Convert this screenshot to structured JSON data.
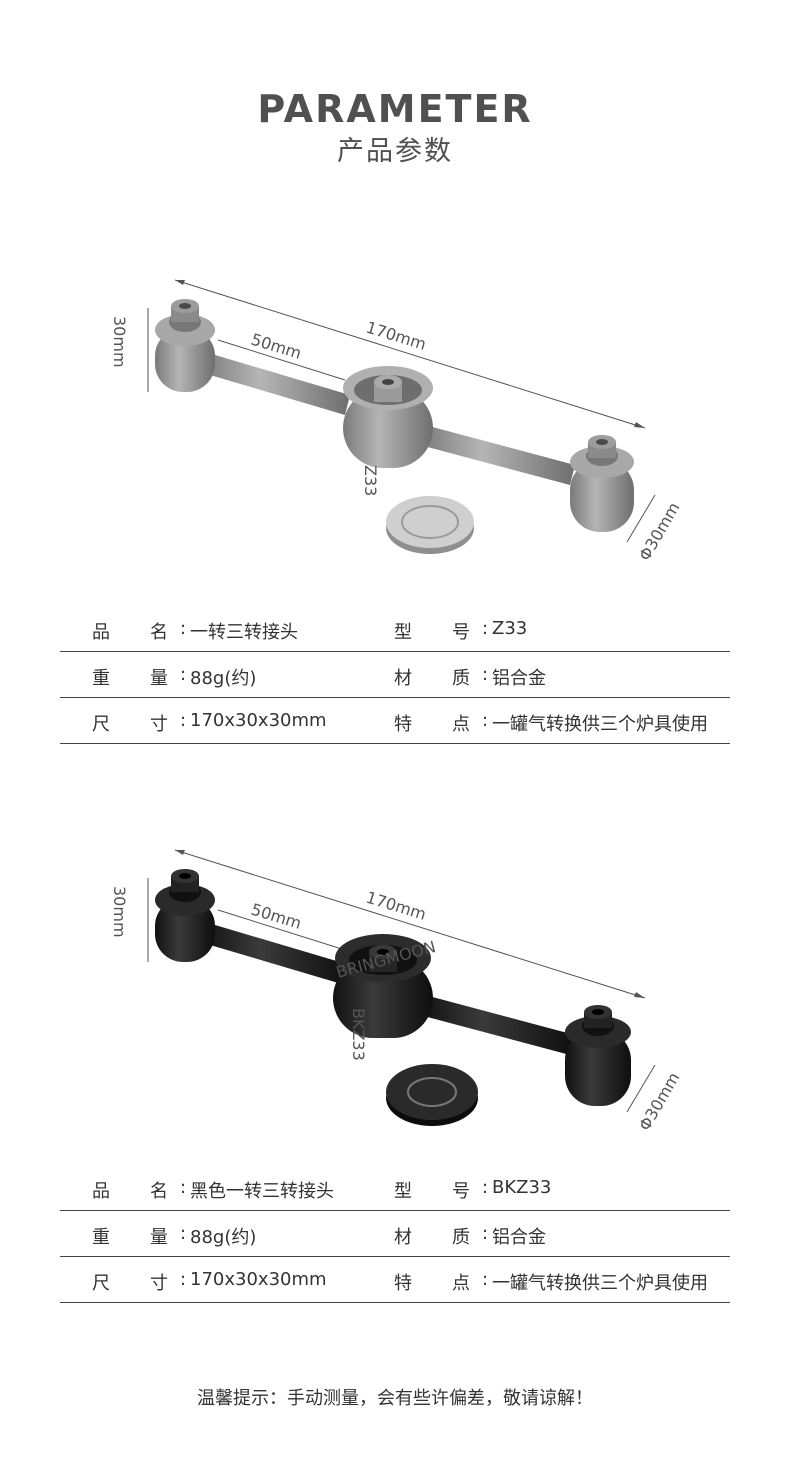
{
  "header": {
    "title": "PARAMETER",
    "subtitle": "产品参数"
  },
  "colors": {
    "silver": "#9a9a9a",
    "black": "#1e1e1e",
    "line": "#444444"
  },
  "products": [
    {
      "dims": {
        "length": "170mm",
        "arm": "50mm",
        "height": "30mm",
        "diameter": "Φ30mm"
      },
      "engraving": "Z33",
      "specs": [
        {
          "k1": "品名",
          "v1": "一转三转接头",
          "k2": "型号",
          "v2": "Z33"
        },
        {
          "k1": "重量",
          "v1": "88g(约)",
          "k2": "材质",
          "v2": "铝合金"
        },
        {
          "k1": "尺寸",
          "v1": "170x30x30mm",
          "k2": "特点",
          "v2": "一罐气转换供三个炉具使用"
        }
      ]
    },
    {
      "dims": {
        "length": "170mm",
        "arm": "50mm",
        "height": "30mm",
        "diameter": "Φ30mm"
      },
      "engraving": "BKZ33",
      "brand": "BRINGMOON",
      "specs": [
        {
          "k1": "品名",
          "v1": "黑色一转三转接头",
          "k2": "型号",
          "v2": "BKZ33"
        },
        {
          "k1": "重量",
          "v1": "88g(约)",
          "k2": "材质",
          "v2": "铝合金"
        },
        {
          "k1": "尺寸",
          "v1": "170x30x30mm",
          "k2": "特点",
          "v2": "一罐气转换供三个炉具使用"
        }
      ]
    }
  ],
  "footer": {
    "note": "温馨提示：手动测量，会有些许偏差，敬请谅解！"
  }
}
